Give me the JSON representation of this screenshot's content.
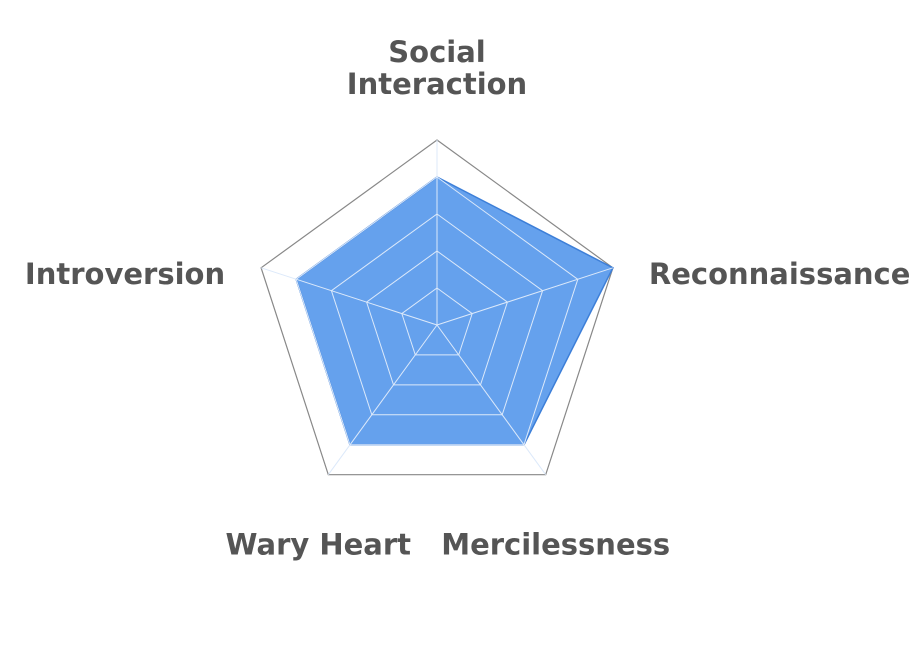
{
  "chart_data": {
    "type": "radar",
    "title": "",
    "axes": [
      "Social Interaction",
      "Reconnaissance",
      "Mercilessness",
      "Wary Heart",
      "Introversion"
    ],
    "axis_label_lines": [
      [
        "Social",
        "Interaction"
      ],
      [
        "Reconnaissance"
      ],
      [
        "Mercilessness"
      ],
      [
        "Wary Heart"
      ],
      [
        "Introversion"
      ]
    ],
    "max": 5,
    "levels": 5,
    "values": [
      4,
      5,
      4,
      4,
      4
    ],
    "colors": {
      "fill": "#4a90ea",
      "fill_opacity": 0.85,
      "stroke": "#3d7fd8",
      "outer_frame": "#888888",
      "grid_on_fill": "#dce9fa",
      "grid_outside": "#bbbbbb",
      "label_text": "#555555"
    },
    "grid": true,
    "legend": "none"
  }
}
